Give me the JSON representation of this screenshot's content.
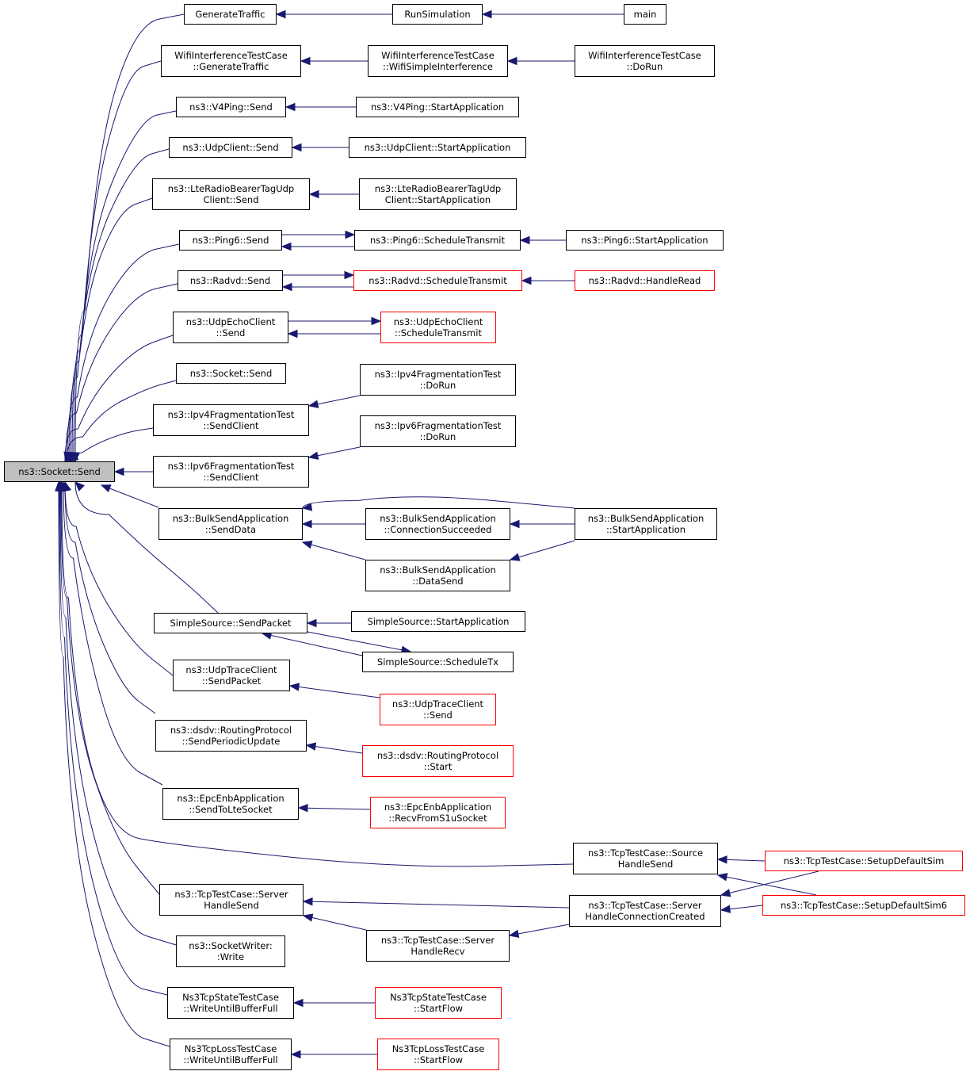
{
  "colors": {
    "edge": "#191970",
    "box_border": "#000000",
    "incomplete_border": "#ff0000",
    "root_fill": "#bfbfbf"
  },
  "nodes": {
    "root": {
      "lines": [
        "ns3::Socket::Send"
      ]
    },
    "generate_traffic": {
      "lines": [
        "GenerateTraffic"
      ]
    },
    "run_simulation": {
      "lines": [
        "RunSimulation"
      ]
    },
    "main": {
      "lines": [
        "main"
      ]
    },
    "wifi_gen_traffic": {
      "lines": [
        "WifiInterferenceTestCase",
        "::GenerateTraffic"
      ]
    },
    "wifi_simple_interf": {
      "lines": [
        "WifiInterferenceTestCase",
        "::WifiSimpleInterference"
      ]
    },
    "wifi_dorun": {
      "lines": [
        "WifiInterferenceTestCase",
        "::DoRun"
      ]
    },
    "v4ping_send": {
      "lines": [
        "ns3::V4Ping::Send"
      ]
    },
    "v4ping_start": {
      "lines": [
        "ns3::V4Ping::StartApplication"
      ]
    },
    "udpclient_send": {
      "lines": [
        "ns3::UdpClient::Send"
      ]
    },
    "udpclient_start": {
      "lines": [
        "ns3::UdpClient::StartApplication"
      ]
    },
    "lte_send": {
      "lines": [
        "ns3::LteRadioBearerTagUdp",
        "Client::Send"
      ]
    },
    "lte_start": {
      "lines": [
        "ns3::LteRadioBearerTagUdp",
        "Client::StartApplication"
      ]
    },
    "ping6_send": {
      "lines": [
        "ns3::Ping6::Send"
      ]
    },
    "ping6_schedule": {
      "lines": [
        "ns3::Ping6::ScheduleTransmit"
      ]
    },
    "ping6_start": {
      "lines": [
        "ns3::Ping6::StartApplication"
      ]
    },
    "radvd_send": {
      "lines": [
        "ns3::Radvd::Send"
      ]
    },
    "radvd_schedule": {
      "lines": [
        "ns3::Radvd::ScheduleTransmit"
      ]
    },
    "radvd_read": {
      "lines": [
        "ns3::Radvd::HandleRead"
      ]
    },
    "udpecho_send": {
      "lines": [
        "ns3::UdpEchoClient",
        "::Send"
      ]
    },
    "udpecho_schedule": {
      "lines": [
        "ns3::UdpEchoClient",
        "::ScheduleTransmit"
      ]
    },
    "socket_send": {
      "lines": [
        "ns3::Socket::Send"
      ]
    },
    "ipv4frag_dorun": {
      "lines": [
        "ns3::Ipv4FragmentationTest",
        "::DoRun"
      ]
    },
    "ipv4frag_send": {
      "lines": [
        "ns3::Ipv4FragmentationTest",
        "::SendClient"
      ]
    },
    "ipv6frag_dorun": {
      "lines": [
        "ns3::Ipv6FragmentationTest",
        "::DoRun"
      ]
    },
    "ipv6frag_send": {
      "lines": [
        "ns3::Ipv6FragmentationTest",
        "::SendClient"
      ]
    },
    "bulk_senddata": {
      "lines": [
        "ns3::BulkSendApplication",
        "::SendData"
      ]
    },
    "bulk_connsucc": {
      "lines": [
        "ns3::BulkSendApplication",
        "::ConnectionSucceeded"
      ]
    },
    "bulk_start": {
      "lines": [
        "ns3::BulkSendApplication",
        "::StartApplication"
      ]
    },
    "bulk_datasend": {
      "lines": [
        "ns3::BulkSendApplication",
        "::DataSend"
      ]
    },
    "simple_sendpacket": {
      "lines": [
        "SimpleSource::SendPacket"
      ]
    },
    "simple_start": {
      "lines": [
        "SimpleSource::StartApplication"
      ]
    },
    "simple_scheduletx": {
      "lines": [
        "SimpleSource::ScheduleTx"
      ]
    },
    "udptrace_sendpacket": {
      "lines": [
        "ns3::UdpTraceClient",
        "::SendPacket"
      ]
    },
    "udptrace_send": {
      "lines": [
        "ns3::UdpTraceClient",
        "::Send"
      ]
    },
    "dsdv_sendperiodic": {
      "lines": [
        "ns3::dsdv::RoutingProtocol",
        "::SendPeriodicUpdate"
      ]
    },
    "dsdv_start": {
      "lines": [
        "ns3::dsdv::RoutingProtocol",
        "::Start"
      ]
    },
    "epc_sendtolte": {
      "lines": [
        "ns3::EpcEnbApplication",
        "::SendToLteSocket"
      ]
    },
    "epc_recvfroms1u": {
      "lines": [
        "ns3::EpcEnbApplication",
        "::RecvFromS1uSocket"
      ]
    },
    "tcp_source_send": {
      "lines": [
        "ns3::TcpTestCase::Source",
        "HandleSend"
      ]
    },
    "tcp_setup": {
      "lines": [
        "ns3::TcpTestCase::SetupDefaultSim"
      ]
    },
    "tcp_server_send": {
      "lines": [
        "ns3::TcpTestCase::Server",
        "HandleSend"
      ]
    },
    "tcp_server_conn": {
      "lines": [
        "ns3::TcpTestCase::Server",
        "HandleConnectionCreated"
      ]
    },
    "tcp_setup6": {
      "lines": [
        "ns3::TcpTestCase::SetupDefaultSim6"
      ]
    },
    "tcp_server_recv": {
      "lines": [
        "ns3::TcpTestCase::Server",
        "HandleRecv"
      ]
    },
    "socketwriter_write": {
      "lines": [
        "ns3::SocketWriter:",
        ":Write"
      ]
    },
    "tcpstate_write": {
      "lines": [
        "Ns3TcpStateTestCase",
        "::WriteUntilBufferFull"
      ]
    },
    "tcpstate_start": {
      "lines": [
        "Ns3TcpStateTestCase",
        "::StartFlow"
      ]
    },
    "tcploss_write": {
      "lines": [
        "Ns3TcpLossTestCase",
        "::WriteUntilBufferFull"
      ]
    },
    "tcploss_start": {
      "lines": [
        "Ns3TcpLossTestCase",
        "::StartFlow"
      ]
    }
  }
}
